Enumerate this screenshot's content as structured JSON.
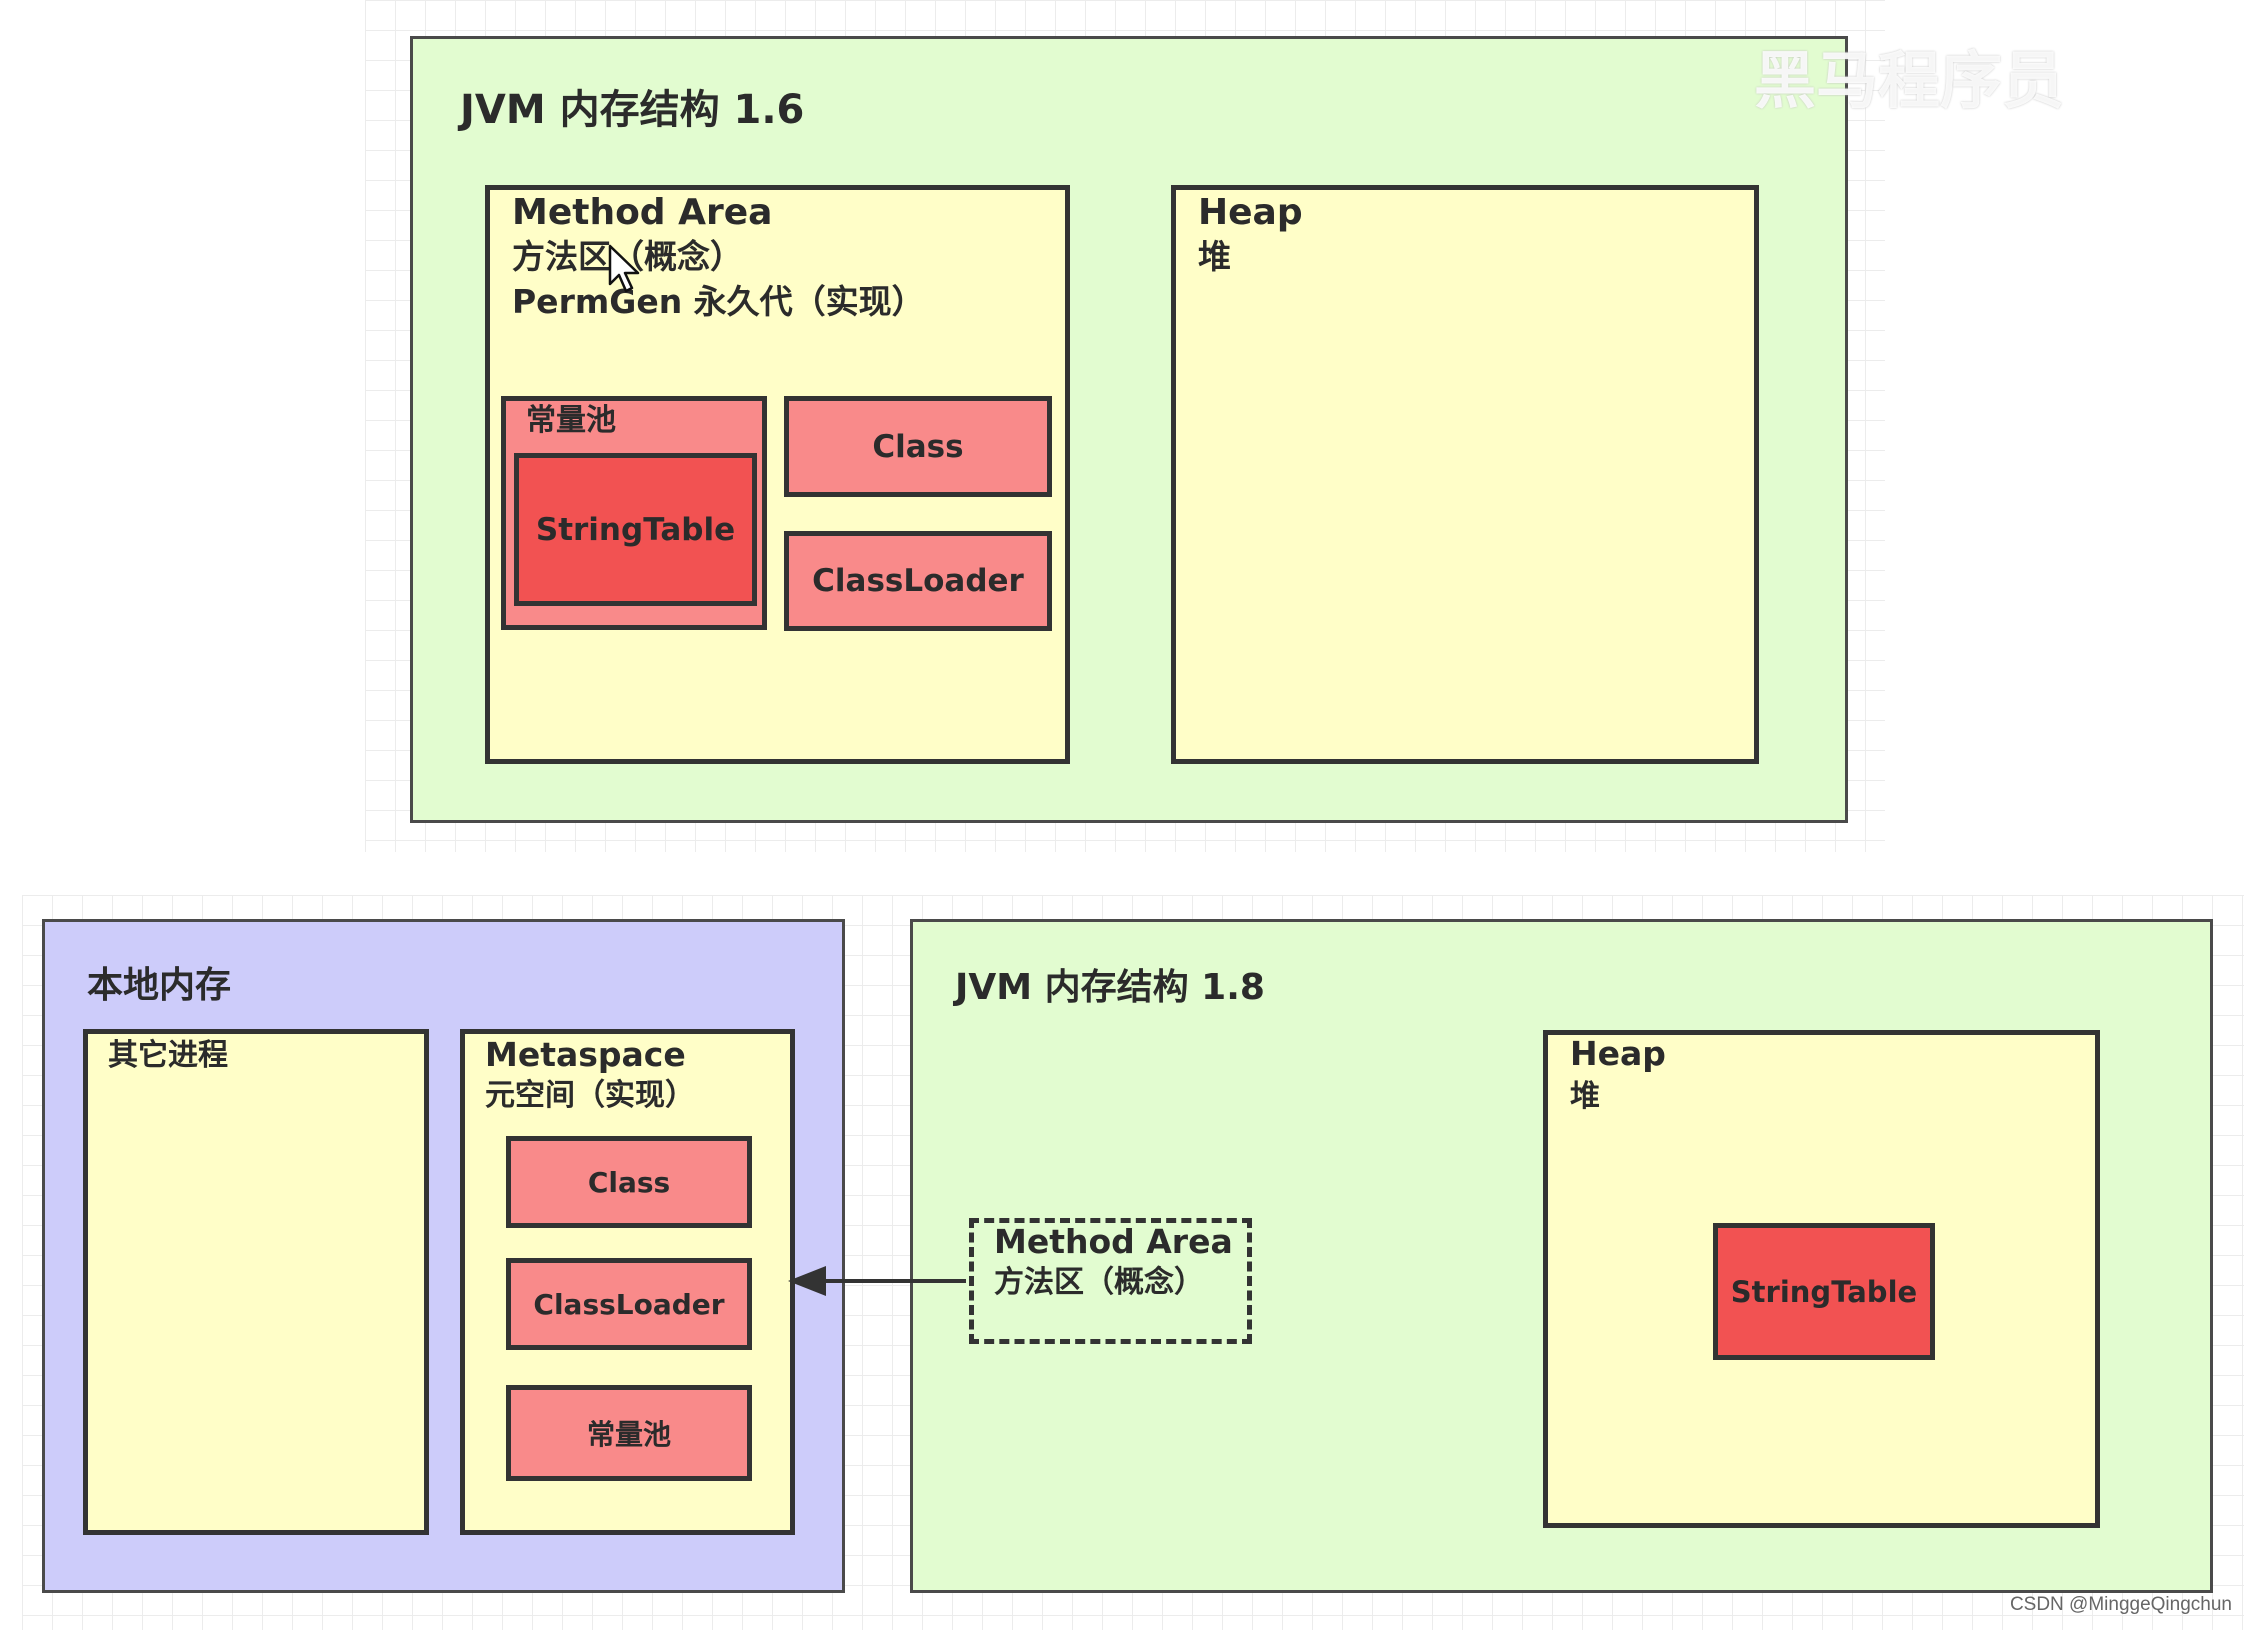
{
  "jvm16": {
    "title": "JVM 内存结构 1.6",
    "method_area": {
      "title": "Method Area",
      "line2": "方法区（概念）",
      "line3": "PermGen 永久代（实现）",
      "constant_pool": {
        "title": "常量池",
        "string_table": "StringTable"
      },
      "class": "Class",
      "classloader": "ClassLoader"
    },
    "heap": {
      "title": "Heap",
      "subtitle": "堆"
    }
  },
  "native_memory": {
    "title": "本地内存",
    "other_process": "其它进程",
    "metaspace": {
      "title": "Metaspace",
      "subtitle": "元空间（实现）",
      "class": "Class",
      "classloader": "ClassLoader",
      "constant_pool": "常量池"
    }
  },
  "jvm18": {
    "title": "JVM 内存结构 1.8",
    "method_area": {
      "title": "Method Area",
      "subtitle": "方法区（概念）"
    },
    "heap": {
      "title": "Heap",
      "subtitle": "堆",
      "string_table": "StringTable"
    }
  },
  "watermark": "黑马程序员",
  "credit": "CSDN @MinggeQingchun",
  "colors": {
    "jvm_bg": "#e2fcd0",
    "area_bg": "#fffec8",
    "native_bg": "#cdccfa",
    "item_bg": "#f98a8a",
    "string_table_bg": "#f25252"
  },
  "icons": {
    "cursor": "mouse-pointer-icon",
    "arrow": "arrow-left-icon"
  }
}
